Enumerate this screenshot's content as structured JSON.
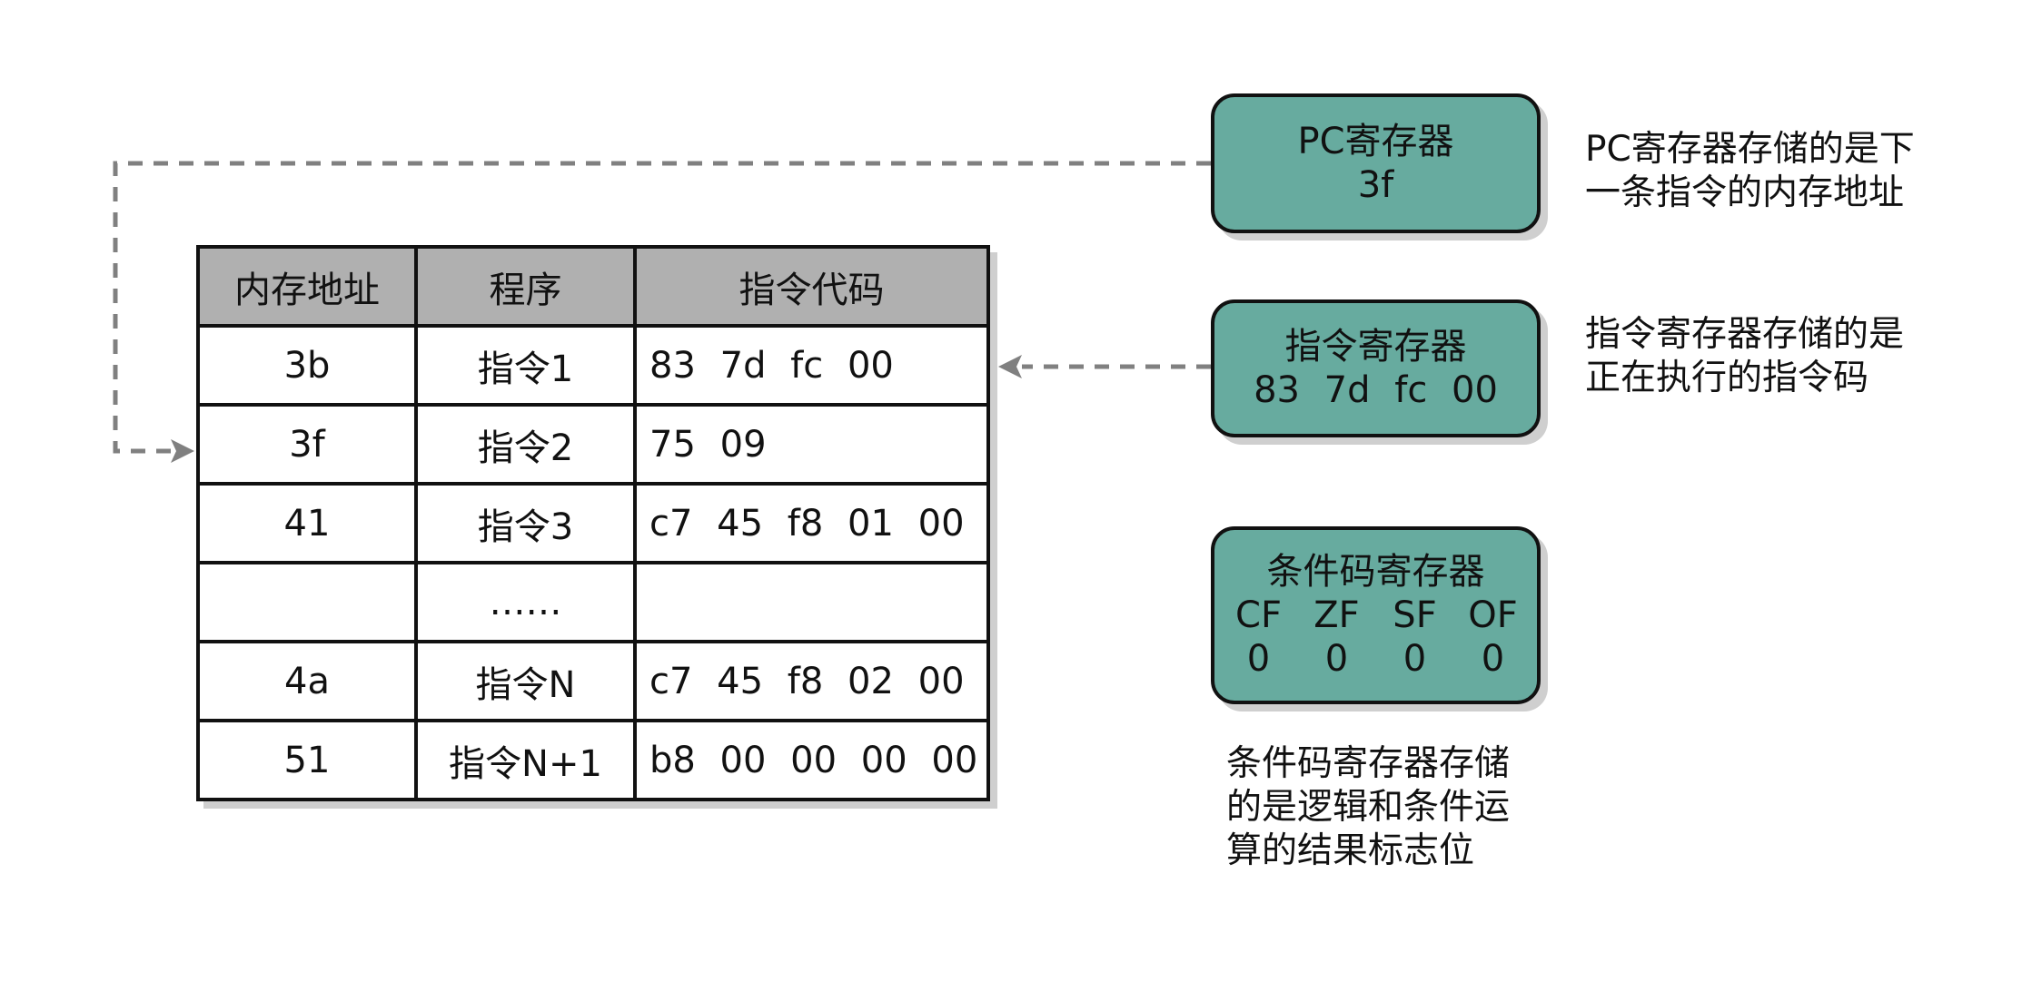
{
  "table": {
    "headers": [
      "内存地址",
      "程序",
      "指令代码"
    ],
    "rows": [
      {
        "address": "3b",
        "program": "指令1",
        "code": "83 7d fc 00"
      },
      {
        "address": "3f",
        "program": "指令2",
        "code": "75 09"
      },
      {
        "address": "41",
        "program": "指令3",
        "code": "c7 45 f8 01 00"
      },
      {
        "address": "",
        "program": "……",
        "code": ""
      },
      {
        "address": "4a",
        "program": "指令N",
        "code": "c7 45 f8 02 00"
      },
      {
        "address": "51",
        "program": "指令N+1",
        "code": "b8 00 00 00 00"
      }
    ]
  },
  "registers": {
    "pc": {
      "title": "PC寄存器",
      "value": "3f"
    },
    "ir": {
      "title": "指令寄存器",
      "value": "83 7d fc 00"
    },
    "cc": {
      "title": "条件码寄存器",
      "flags": [
        "CF",
        "ZF",
        "SF",
        "OF"
      ],
      "values": [
        "0",
        "0",
        "0",
        "0"
      ]
    }
  },
  "notes": {
    "pc": [
      "PC寄存器存储的是下",
      "一条指令的内存地址"
    ],
    "ir": [
      "指令寄存器存储的是",
      "正在执行的指令码"
    ],
    "cc": [
      "条件码寄存器存储",
      "的是逻辑和条件运",
      "算的结果标志位"
    ]
  },
  "colors": {
    "register_fill": "#67ab9f",
    "header_fill": "#b0b0b0",
    "connector": "#808080"
  }
}
